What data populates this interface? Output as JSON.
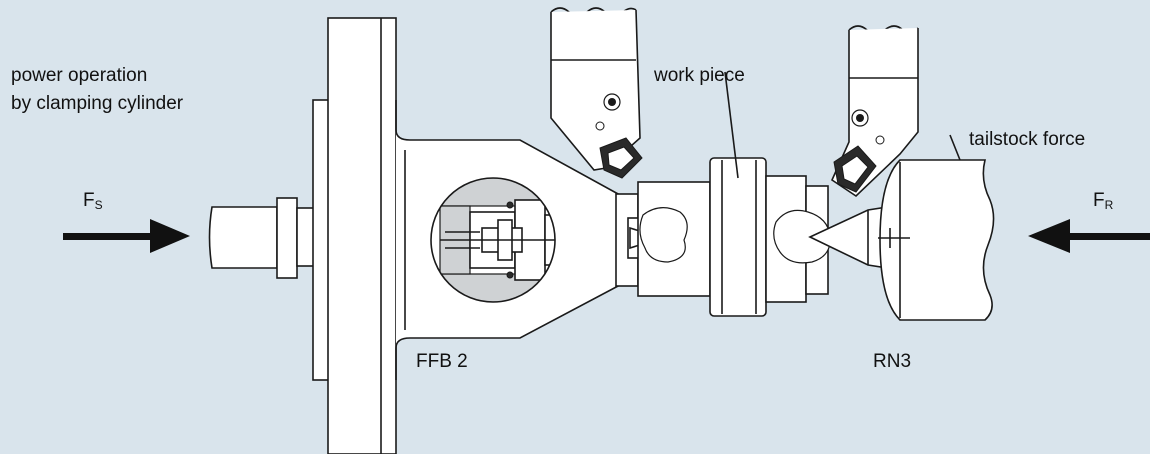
{
  "labels": {
    "power_operation_line1": "power operation",
    "power_operation_line2": "by clamping cylinder",
    "work_piece": "work piece",
    "tailstock_force": "tailstock force",
    "ffb2": "FFB 2",
    "rn3": "RN3"
  },
  "forces": {
    "left": {
      "symbol": "F",
      "subscript": "S"
    },
    "right": {
      "symbol": "F",
      "subscript": "R"
    }
  },
  "colors": {
    "background": "#d9e4ec",
    "part_fill": "#ffffff",
    "outline": "#1a1a1a",
    "section_gray": "#cfd2d4",
    "arrow": "#111111"
  }
}
